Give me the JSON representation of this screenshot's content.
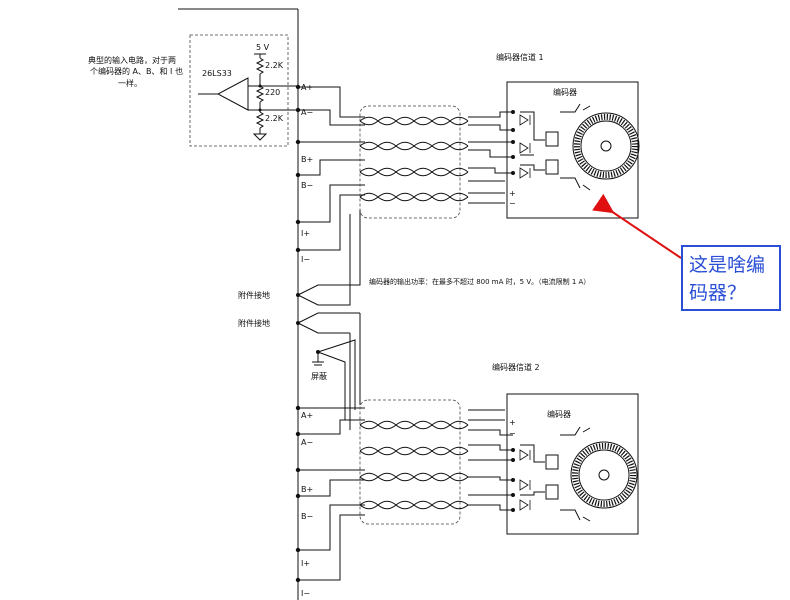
{
  "note_input": [
    "典型的输入电路，对于两",
    "个编码器的 A、B、和 I 也",
    "一样。"
  ],
  "receiver_label": "26LS33",
  "v5_label": "5 V",
  "r_top_label": "2.2K",
  "r_mid_label": "220",
  "r_bot_label": "2.2K",
  "ch1_label": "编码器信道 1",
  "ch2_label": "编码器信道 2",
  "encoder_label": "编码器",
  "power_note": "编码器的输出功率：在最多不超过 800 mA 时，5 V。（电流限制 1 A）",
  "ground1_label": "附件接地",
  "ground2_label": "附件接地",
  "shield_label": "屏蔽",
  "pins_top": [
    "A+",
    "A−",
    "B+",
    "B−",
    "I+",
    "I−"
  ],
  "pins_bottom": [
    "A+",
    "A−",
    "B+",
    "B−",
    "I+",
    "I−"
  ],
  "plus_label": "+",
  "minus_label": "−",
  "callout_text": "这是啥编码器？",
  "colors": {
    "callout": "#2a4fd6",
    "arrow": "#e01010"
  }
}
